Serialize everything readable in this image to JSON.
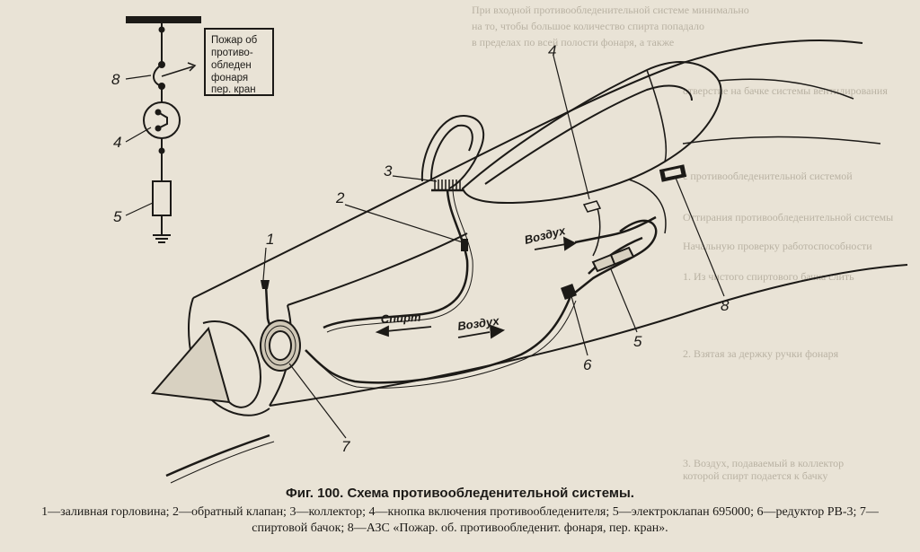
{
  "diagram": {
    "relay_box_lines": [
      "Пожар об",
      "противо-",
      "обледен",
      "фонаря",
      "пер. кран"
    ],
    "callouts": [
      "1",
      "2",
      "3",
      "4",
      "5",
      "6",
      "7",
      "8"
    ],
    "schematic_labels": [
      "8",
      "4",
      "5"
    ],
    "flow_labels": {
      "spirt": "Спирт",
      "vozdukh_lower": "Воздух",
      "vozdukh_upper": "Воздух"
    }
  },
  "background_text": [
    "При входной противообледенительной системе минимально",
    "на то, чтобы большое количество спирта попадало",
    "в пределах по всей полости фонаря, а также",
    "отверстие на бачке системы вентилирования",
    "с противообледенительной системой",
    "Оттирания противообледенительной системы",
    "Начальную проверку работоспособности",
    "1. Из чистого спиртового бачка слить",
    "2. Взятая за держку ручки фонаря",
    "3. Воздух, подаваемый в коллектор",
    "которой спирт подается к бачку"
  ],
  "caption": {
    "title": "Фиг. 100. Схема противообледенительной системы.",
    "legend": "1—заливная горловина; 2—обратный клапан; 3—коллектор; 4—кнопка включения противообледенителя; 5—электроклапан 695000; 6—редуктор РВ-3; 7—спиртовой бачок; 8—АЗС «Пожар. об. противообледенит. фонаря, пер. кран»."
  }
}
